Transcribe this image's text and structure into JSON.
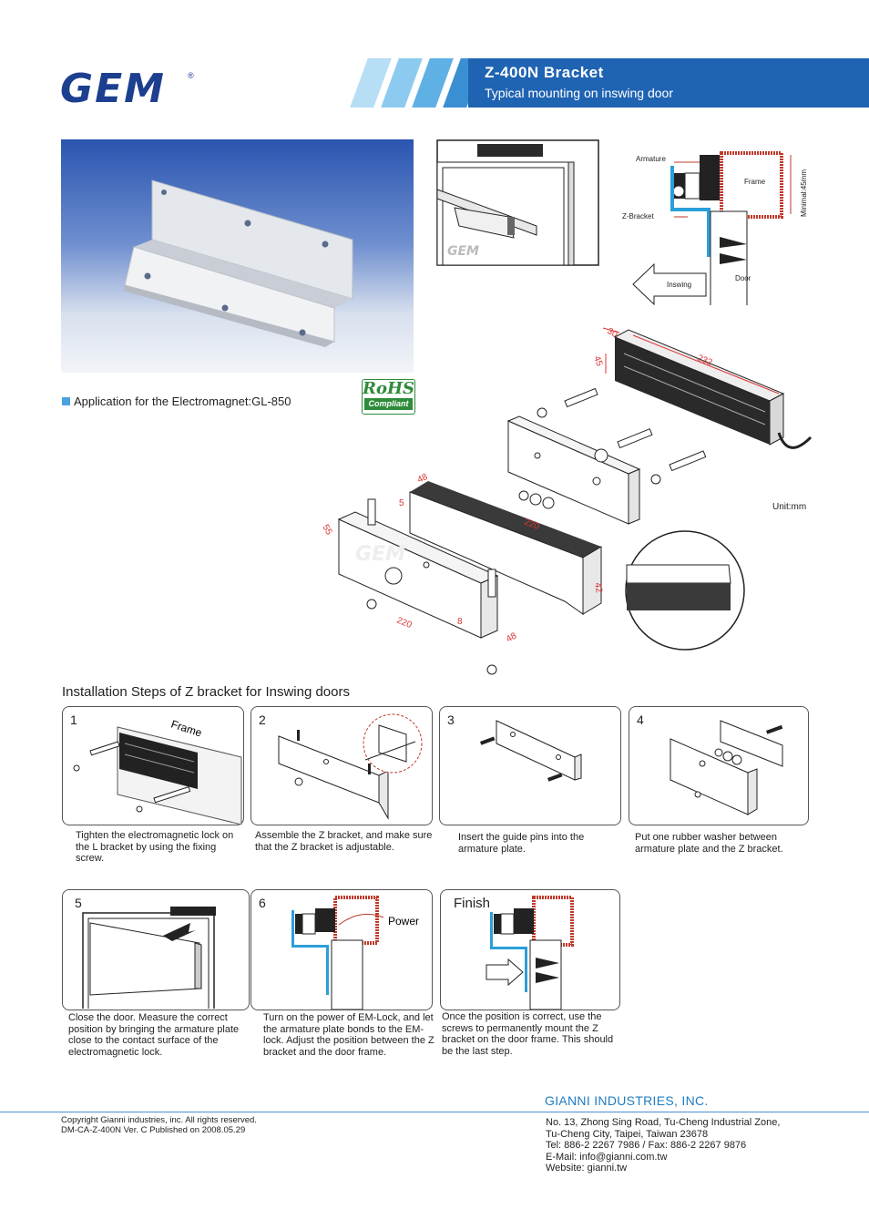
{
  "header": {
    "logo": "GEM",
    "registered": "®",
    "title": "Z-400N Bracket",
    "subtitle": "Typical mounting on inswing door",
    "colors": {
      "brand": "#1c3f8f",
      "banner": "#1f63b3",
      "stripe_light": "#9fd3f0",
      "stripe_mid": "#5fb4e6"
    }
  },
  "application": {
    "text": "Application for the Electromagnet:GL-850",
    "rohs_top": "RoHS",
    "rohs_bottom": "Compliant"
  },
  "diagram": {
    "labels": {
      "armature": "Armature",
      "frame": "Frame",
      "z_bracket": "Z-Bracket",
      "minimal": "Minimal:45mm",
      "inswing": "Inswing",
      "door": "Door",
      "watermark": "GEM"
    },
    "dims": {
      "d30": "30",
      "d45": "45",
      "d232": "232",
      "d48a": "48",
      "d5": "5",
      "d220a": "220",
      "d55": "55",
      "d42": "42",
      "d220b": "220",
      "d8": "8",
      "d48b": "48"
    },
    "unit": "Unit:mm"
  },
  "steps_title": "Installation Steps of Z bracket for Inswing doors",
  "steps": [
    {
      "num": "1",
      "label": "Frame",
      "desc": "Tighten the electromagnetic lock on the L bracket by using the fixing screw."
    },
    {
      "num": "2",
      "desc": "Assemble the Z bracket, and make sure that the Z bracket is adjustable."
    },
    {
      "num": "3",
      "desc": "Insert the guide pins into the armature plate."
    },
    {
      "num": "4",
      "desc": "Put one rubber washer between armature plate and the Z bracket."
    },
    {
      "num": "5",
      "desc": "Close the door. Measure the correct position by bringing the armature plate close to the contact surface of the electromagnetic lock."
    },
    {
      "num": "6",
      "label": "Power",
      "desc": "Turn on the power of EM-Lock, and let the armature plate bonds to the EM-lock. Adjust the position between the Z bracket and the door frame."
    },
    {
      "num": "Finish",
      "desc": "Once the position is correct, use the screws to permanently mount the Z bracket on the door frame.  This should be the last step."
    }
  ],
  "footer": {
    "company": "GIANNI INDUSTRIES, INC.",
    "copyright": "Copyright Gianni industries, inc. All rights reserved.",
    "doc": "DM-CA-Z-400N   Ver. C  Published on 2008.05.29",
    "address1": "No. 13, Zhong Sing Road, Tu-Cheng Industrial Zone,",
    "address2": "Tu-Cheng City, Taipei, Taiwan 23678",
    "tel": "Tel: 886-2 2267 7986 / Fax: 886-2 2267 9876",
    "email": "E-Mail: info@gianni.com.tw",
    "website": "Website: gianni.tw"
  }
}
